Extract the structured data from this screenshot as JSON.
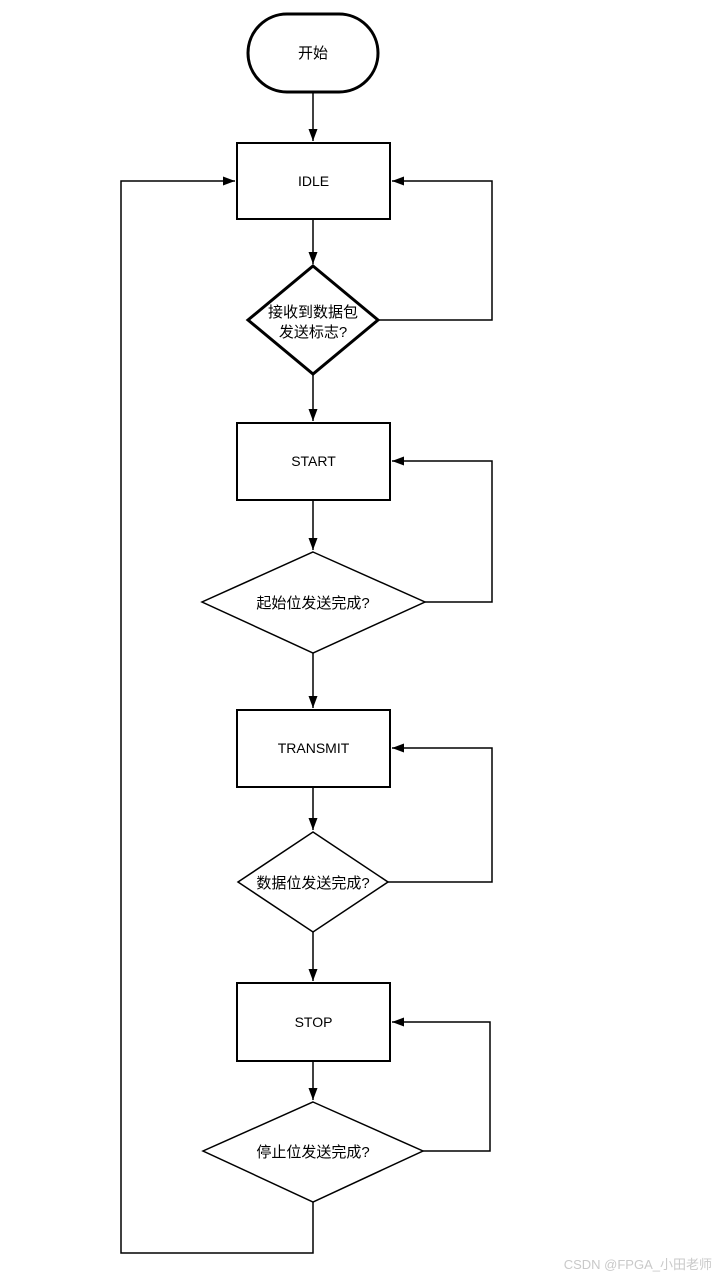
{
  "flowchart": {
    "nodes": [
      {
        "id": "start",
        "type": "terminator",
        "label": "开始"
      },
      {
        "id": "idle",
        "type": "process",
        "label": "IDLE"
      },
      {
        "id": "q-packet-flag",
        "type": "decision",
        "line1": "接收到数据包",
        "line2": "发送标志?"
      },
      {
        "id": "start-state",
        "type": "process",
        "label": "START"
      },
      {
        "id": "q-start-bit",
        "type": "decision",
        "label": "起始位发送完成?"
      },
      {
        "id": "transmit",
        "type": "process",
        "label": "TRANSMIT"
      },
      {
        "id": "q-data-bit",
        "type": "decision",
        "label": "数据位发送完成?"
      },
      {
        "id": "stop",
        "type": "process",
        "label": "STOP"
      },
      {
        "id": "q-stop-bit",
        "type": "decision",
        "label": "停止位发送完成?"
      }
    ],
    "edges": [
      {
        "from": "start",
        "to": "idle"
      },
      {
        "from": "idle",
        "to": "q-packet-flag"
      },
      {
        "from": "q-packet-flag",
        "to": "start-state"
      },
      {
        "from": "q-packet-flag",
        "to": "idle"
      },
      {
        "from": "start-state",
        "to": "q-start-bit"
      },
      {
        "from": "q-start-bit",
        "to": "transmit"
      },
      {
        "from": "q-start-bit",
        "to": "start-state"
      },
      {
        "from": "transmit",
        "to": "q-data-bit"
      },
      {
        "from": "q-data-bit",
        "to": "stop"
      },
      {
        "from": "q-data-bit",
        "to": "transmit"
      },
      {
        "from": "stop",
        "to": "q-stop-bit"
      },
      {
        "from": "q-stop-bit",
        "to": "idle"
      },
      {
        "from": "q-stop-bit",
        "to": "stop"
      }
    ],
    "colors": {
      "stroke": "#000000",
      "fill": "#ffffff",
      "watermark": "#c9c9c9"
    }
  },
  "watermark": {
    "text": "CSDN @FPGA_小田老师"
  }
}
